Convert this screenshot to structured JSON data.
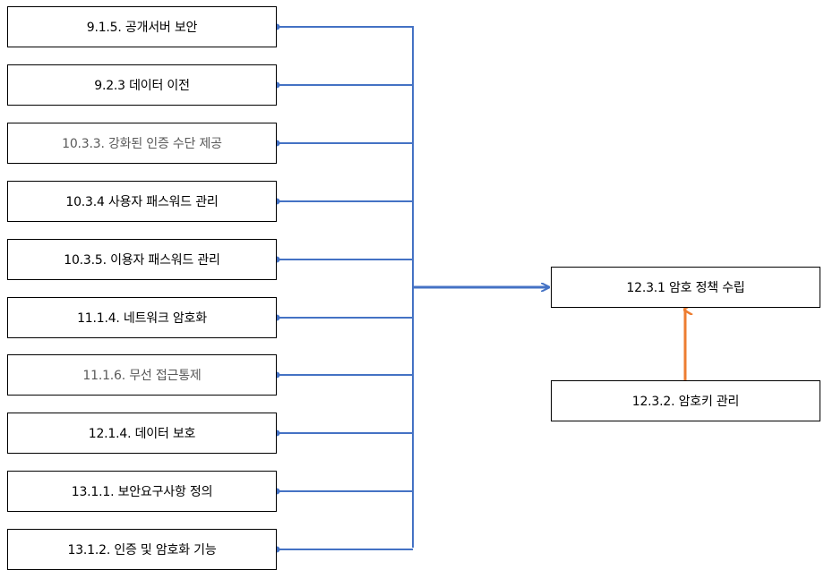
{
  "diagram": {
    "sources": [
      {
        "label": "9.1.5. 공개서버 보안",
        "muted": false
      },
      {
        "label": "9.2.3 데이터 이전",
        "muted": false
      },
      {
        "label": "10.3.3. 강화된 인증 수단 제공",
        "muted": true
      },
      {
        "label": "10.3.4 사용자 패스워드 관리",
        "muted": false
      },
      {
        "label": "10.3.5. 이용자 패스워드 관리",
        "muted": false
      },
      {
        "label": "11.1.4. 네트워크 암호화",
        "muted": false
      },
      {
        "label": "11.1.6. 무선 접근통제",
        "muted": true
      },
      {
        "label": "12.1.4. 데이터 보호",
        "muted": false
      },
      {
        "label": "13.1.1. 보안요구사항 정의",
        "muted": false
      },
      {
        "label": "13.1.2. 인증 및 암호화 기능",
        "muted": false
      }
    ],
    "target": {
      "label": "12.3.1 암호 정책 수립"
    },
    "sub_source": {
      "label": "12.3.2. 암호키 관리"
    }
  },
  "colors": {
    "connector": "#4472C4",
    "sub_arrow": "#ED7D31",
    "border": "#000000"
  }
}
